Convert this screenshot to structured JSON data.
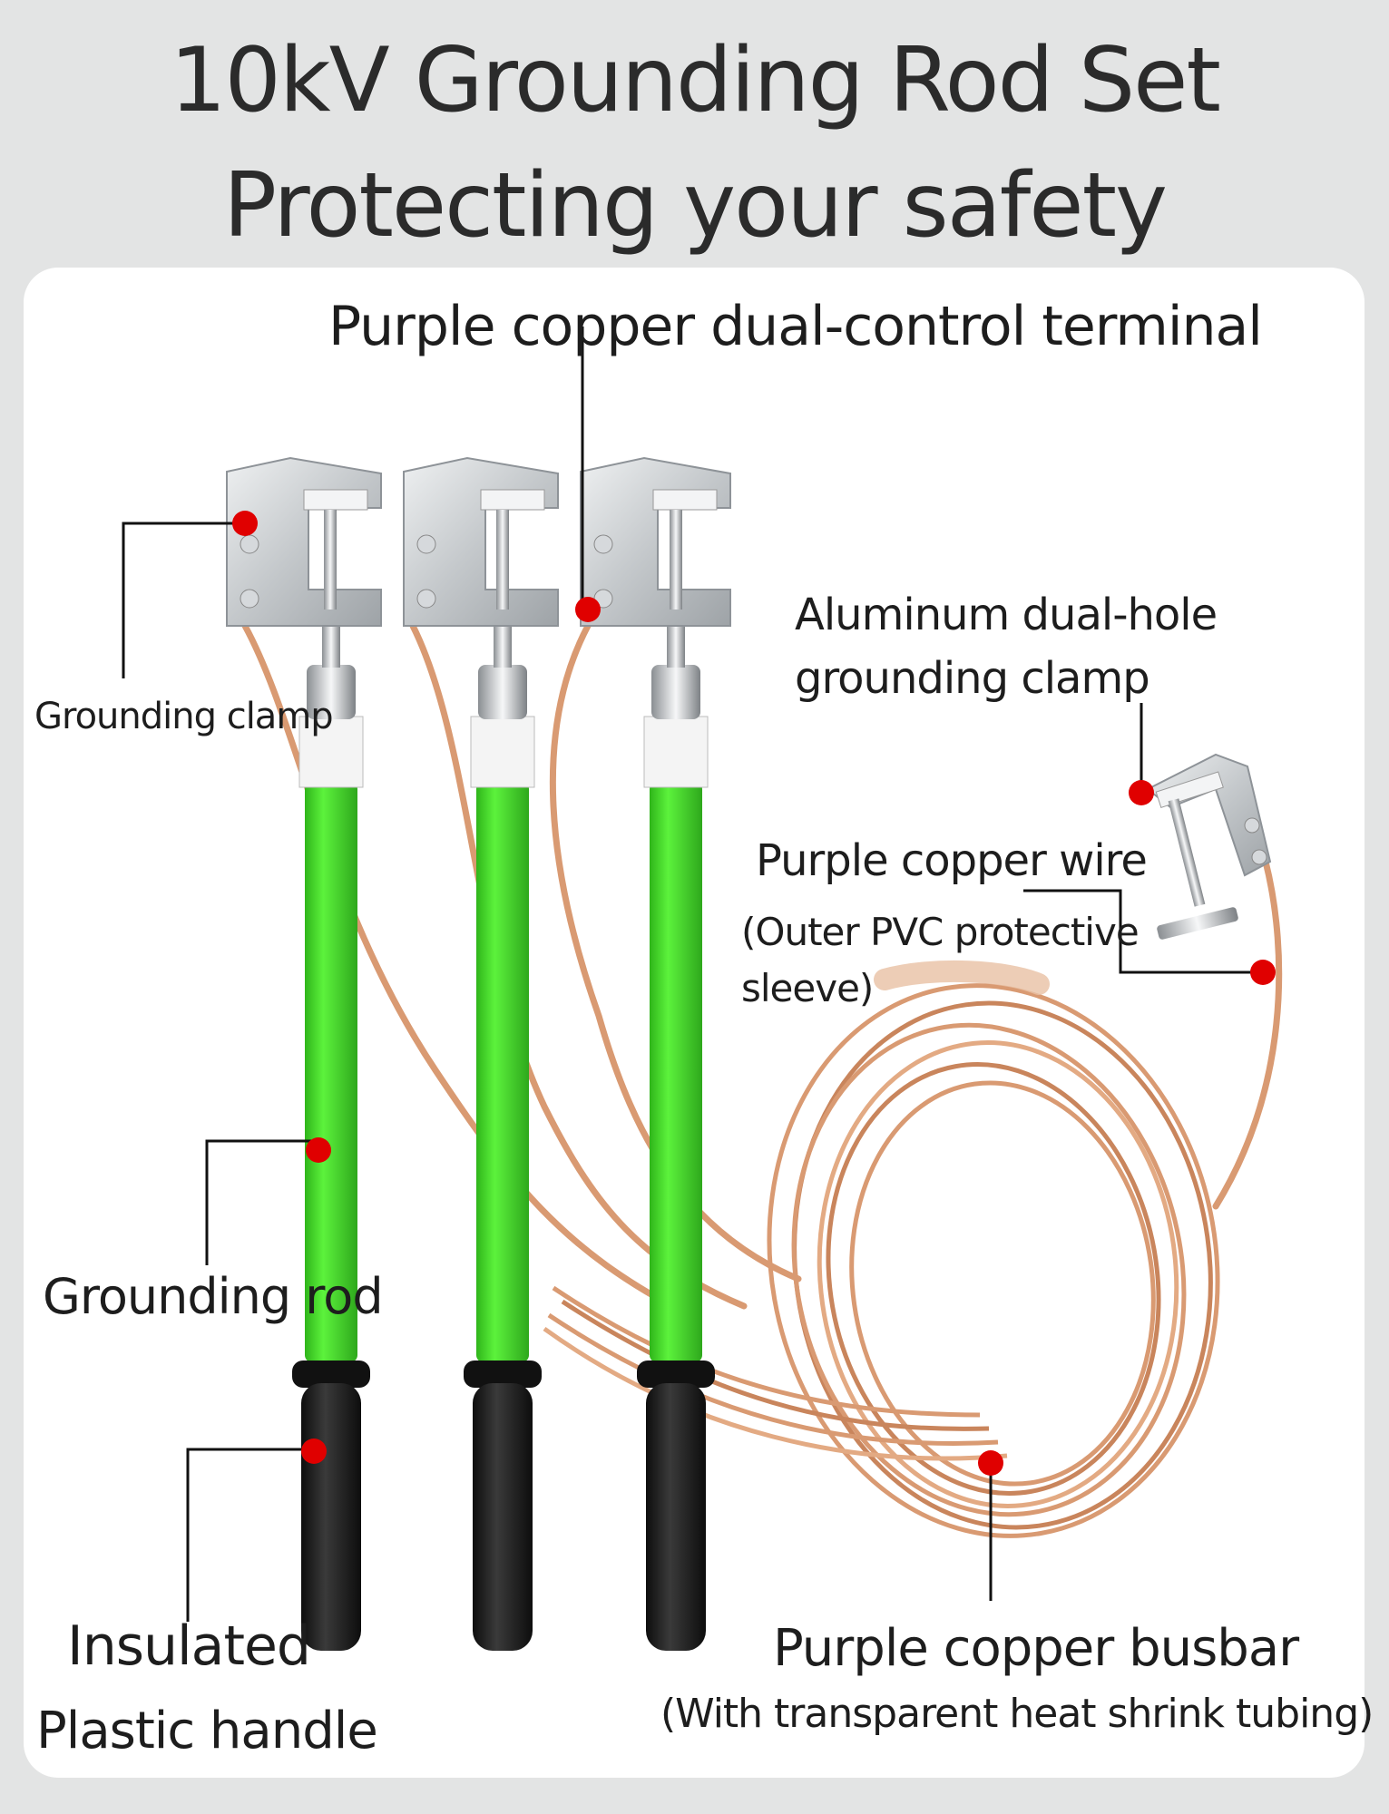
{
  "title": {
    "line1": "10kV Grounding Rod Set",
    "line2": "Protecting your safety"
  },
  "labels": {
    "terminal": "Purple copper dual-control terminal",
    "al_clamp_1": "Aluminum dual-hole",
    "al_clamp_2": "grounding clamp",
    "grounding_clamp": "Grounding clamp",
    "wire_1": "Purple copper wire",
    "wire_2": "(Outer PVC protective",
    "wire_3": "sleeve)",
    "rod": "Grounding rod",
    "handle_1": "Insulated",
    "handle_2": "Plastic handle",
    "busbar_1": "Purple copper busbar",
    "busbar_2": "(With transparent heat shrink tubing)"
  },
  "colors": {
    "rod_green": "#3ee21e",
    "handle_black": "#1c1c1c",
    "copper": "#d99a72",
    "marker_red": "#e00000",
    "clamp_silver": "#c9cccf"
  }
}
